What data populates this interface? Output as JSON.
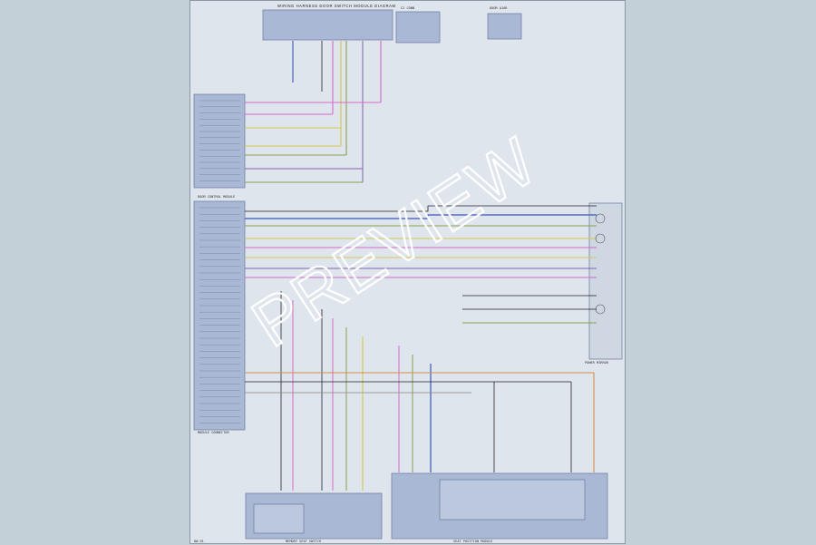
{
  "watermark": "PREVIEW",
  "top_module": {
    "label": "WIRING HARNESS DOOR SWITCH MODULE DIAGRAM"
  },
  "top_right_boxes": [
    "C2 CONN",
    "DOOR AJAR"
  ],
  "left_module": {
    "label": "DOOR CONTROL MODULE",
    "footer": "MODULE CONNECTOR"
  },
  "bottom_left_module": {
    "label": "MEMORY SEAT SWITCH"
  },
  "bottom_right_module": {
    "label": "SEAT POSITION MODULE"
  },
  "right_block": {
    "label": "POWER MIRROR"
  },
  "page_ref": "8W-91",
  "wire_colors": {
    "blue": "#3d55b8",
    "pink": "#d46ac8",
    "yellow": "#d6c850",
    "olive": "#8aa050",
    "orange": "#d09050",
    "black": "#222222",
    "violet": "#8a60b0",
    "gray": "#888888"
  }
}
